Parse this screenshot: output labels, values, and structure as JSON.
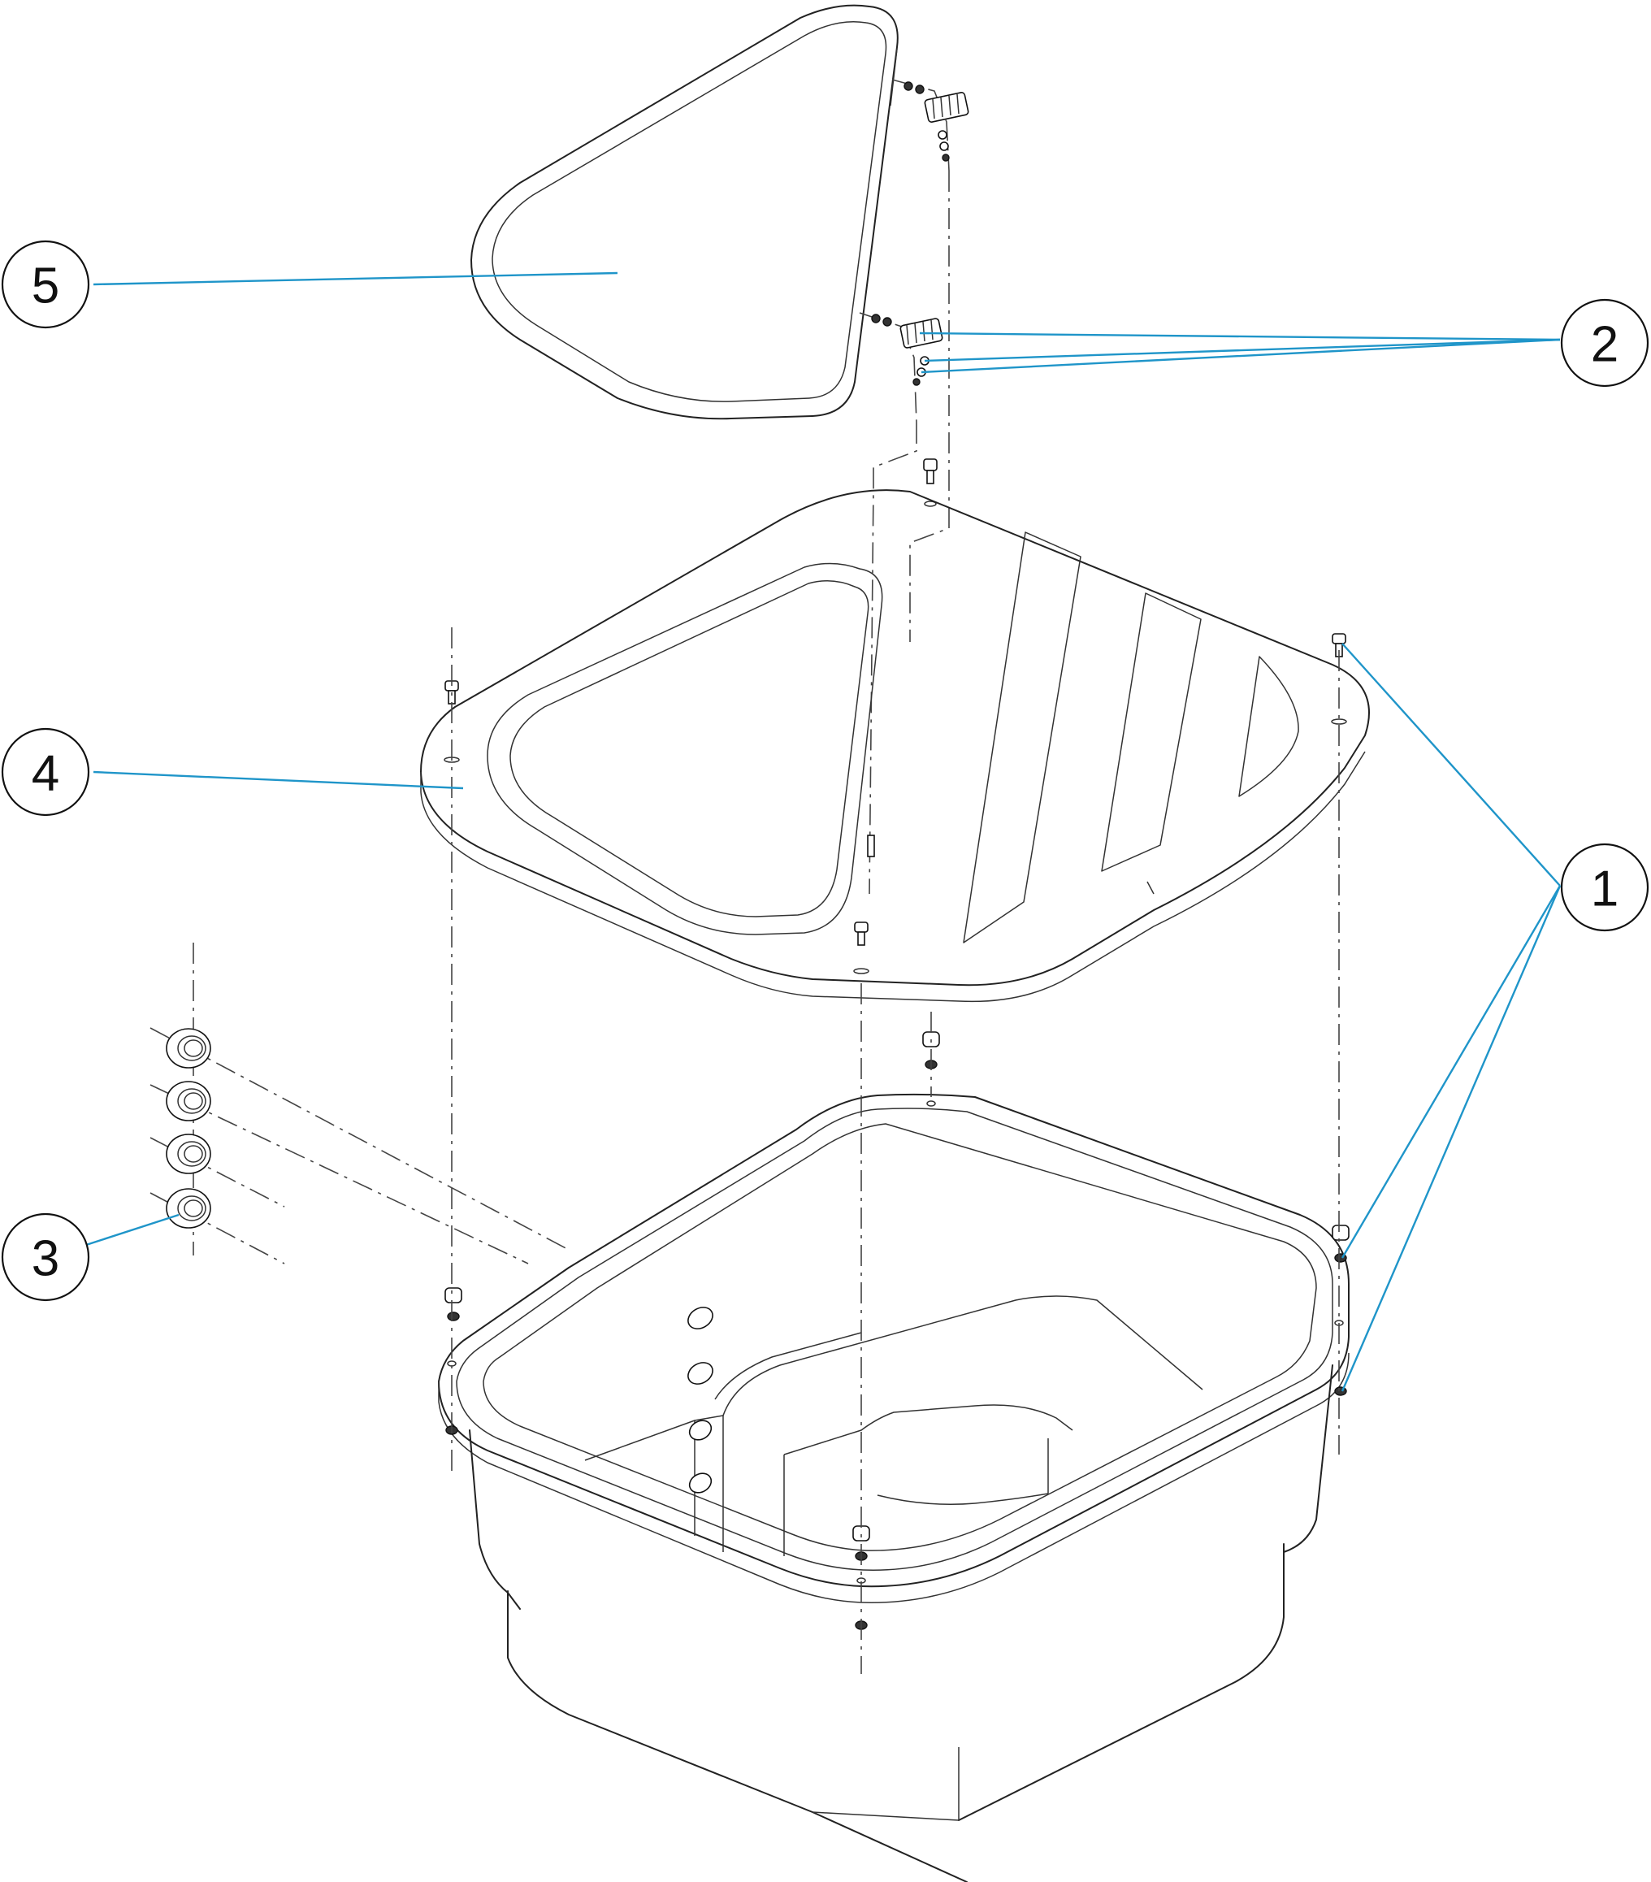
{
  "callouts": [
    {
      "id": "1",
      "label": "1"
    },
    {
      "id": "2",
      "label": "2"
    },
    {
      "id": "3",
      "label": "3"
    },
    {
      "id": "4",
      "label": "4"
    },
    {
      "id": "5",
      "label": "5"
    }
  ],
  "colors": {
    "leader": "#1f95c9",
    "line": "#222222",
    "background": "#ffffff"
  }
}
